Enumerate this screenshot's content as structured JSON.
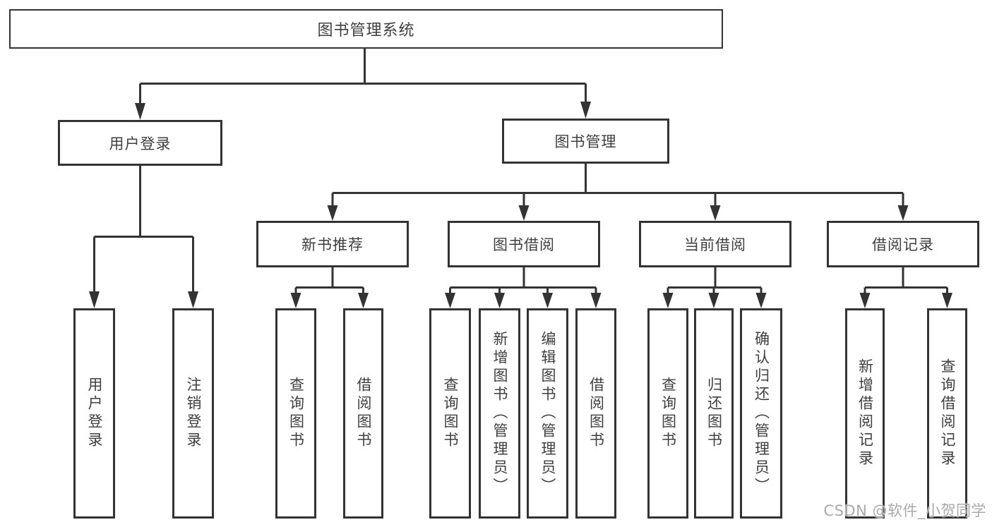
{
  "tree": {
    "root": "图书管理系统",
    "branches": [
      {
        "label": "用户登录",
        "children": [
          "用户登录",
          "注销登录"
        ]
      },
      {
        "label": "图书管理",
        "sections": [
          {
            "label": "新书推荐",
            "children": [
              "查询图书",
              "借阅图书"
            ]
          },
          {
            "label": "图书借阅",
            "children": [
              "查询图书",
              "新增图书（管理员）",
              "编辑图书（管理员）",
              "借阅图书"
            ]
          },
          {
            "label": "当前借阅",
            "children": [
              "查询图书",
              "归还图书",
              "确认归还（管理员）"
            ]
          },
          {
            "label": "借阅记录",
            "children": [
              "新增借阅记录",
              "查询借阅记录"
            ]
          }
        ]
      }
    ]
  },
  "watermark": {
    "text": "CSDN @软件_小贺同学"
  },
  "colors": {
    "line": "#333333",
    "box_border": "#333333",
    "box_fill": "#ffffff",
    "text": "#3f3f3f",
    "watermark": "#a9a9a9",
    "background": "#ffffff"
  }
}
